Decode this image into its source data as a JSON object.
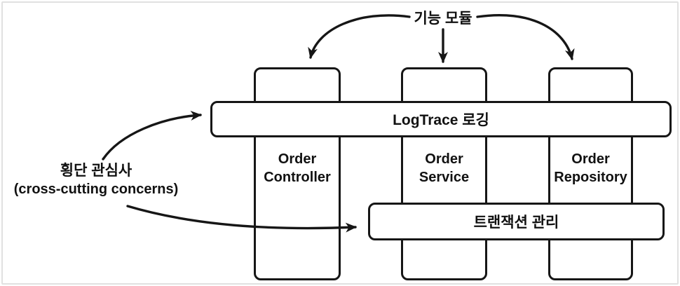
{
  "diagram": {
    "top_label": "기능 모듈",
    "left_label": {
      "line1": "횡단 관심사",
      "line2": "(cross-cutting concerns)"
    },
    "modules": [
      {
        "label": "Order Controller"
      },
      {
        "label": "Order Service"
      },
      {
        "label": "Order Repository"
      }
    ],
    "aspects": [
      {
        "label": "LogTrace 로깅"
      },
      {
        "label": "트랜잭션 관리"
      }
    ],
    "colors": {
      "stroke": "#161616",
      "background": "#ffffff",
      "frame_border": "#e1e1e1"
    }
  }
}
